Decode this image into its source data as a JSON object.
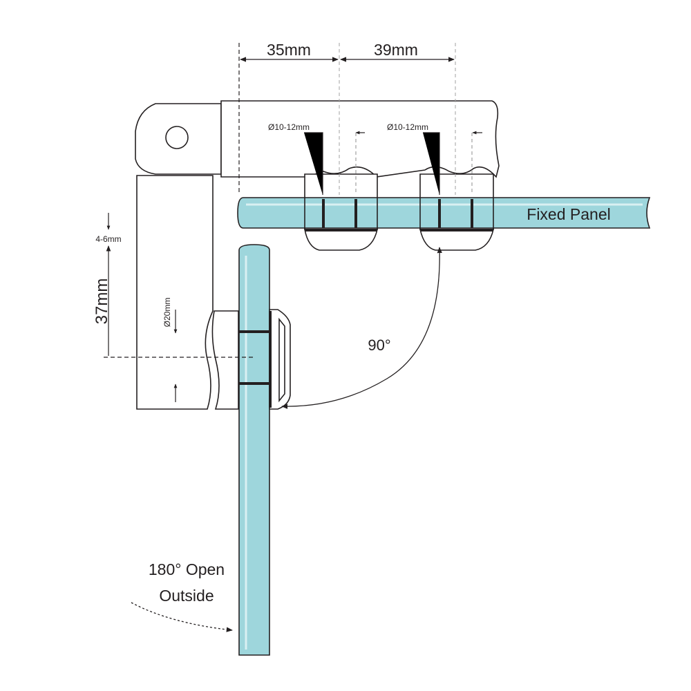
{
  "colors": {
    "glass": "#9ed6dc",
    "glass_highlight": "#d9f0f2",
    "outline": "#231f20",
    "guide": "#a0a0a0"
  },
  "dimensions": {
    "top_left": "35mm",
    "top_right": "39mm",
    "hole_left": "Ø10-12mm",
    "hole_right": "Ø10-12mm",
    "gap": "4-6mm",
    "height": "37mm",
    "pin": "Ø20mm"
  },
  "labels": {
    "fixed_panel": "Fixed Panel",
    "angle": "90°",
    "open_line1": "180° Open",
    "open_line2": "Outside"
  }
}
